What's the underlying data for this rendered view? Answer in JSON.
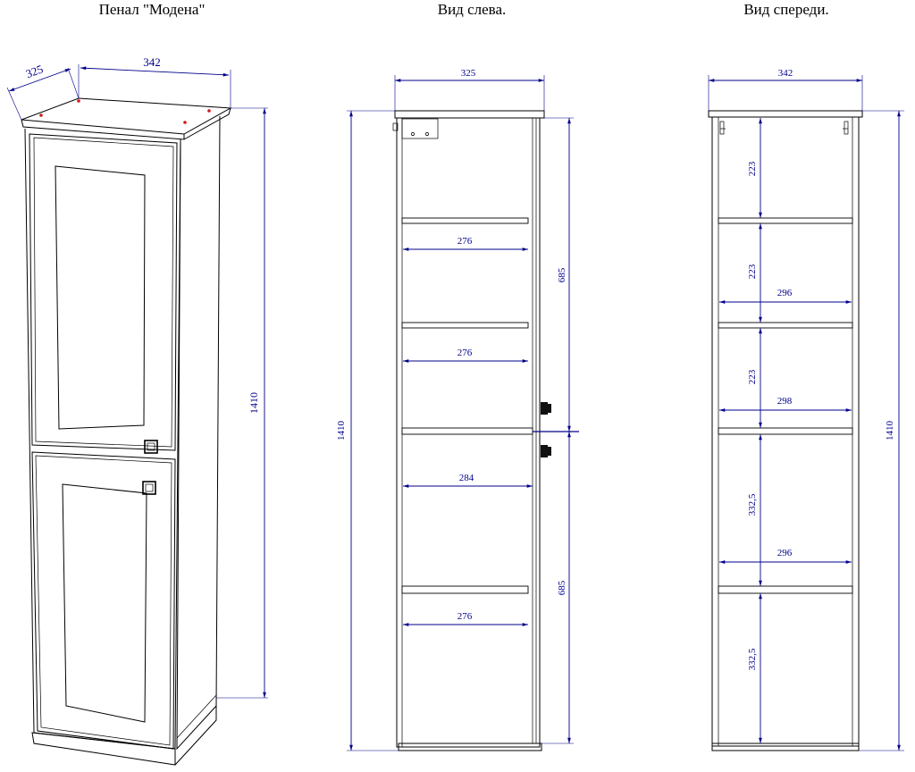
{
  "titles": {
    "iso": "Пенал \"Модена\"",
    "left": "Вид слева.",
    "front": "Вид спереди."
  },
  "iso_dims": {
    "depth": "325",
    "width": "342",
    "height": "1410"
  },
  "left_view_dims": {
    "width": "325",
    "height": "1410",
    "upper_section": "685",
    "lower_section": "685",
    "shelf_1": "276",
    "shelf_2": "276",
    "shelf_3": "284",
    "shelf_4": "276"
  },
  "front_view_dims": {
    "width": "342",
    "height": "1410",
    "gap_1": "223",
    "gap_2": "223",
    "gap_3": "223",
    "gap_4": "332,5",
    "gap_5": "332,5",
    "shelf_1": "296",
    "shelf_2": "298",
    "shelf_3": "296"
  },
  "colors": {
    "outline": "#000000",
    "dimension": "#00008b",
    "hinge_marker": "#d01818"
  }
}
